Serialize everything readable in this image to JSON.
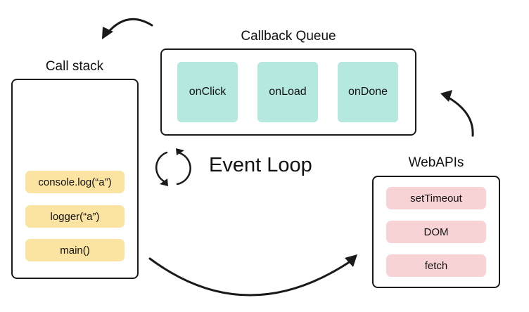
{
  "call_stack": {
    "title": "Call stack",
    "frames": [
      "console.log(“a”)",
      "logger(“a”)",
      "main()"
    ]
  },
  "callback_queue": {
    "title": "Callback Queue",
    "items": [
      "onClick",
      "onLoad",
      "onDone"
    ]
  },
  "web_apis": {
    "title": "WebAPIs",
    "items": [
      "setTimeout",
      "DOM",
      "fetch"
    ]
  },
  "event_loop": {
    "label": "Event Loop"
  },
  "colors": {
    "queue_item": "#b5e8df",
    "stack_frame": "#fbe3a2",
    "web_api": "#f8d3d6",
    "stroke": "#1a1a1a"
  }
}
